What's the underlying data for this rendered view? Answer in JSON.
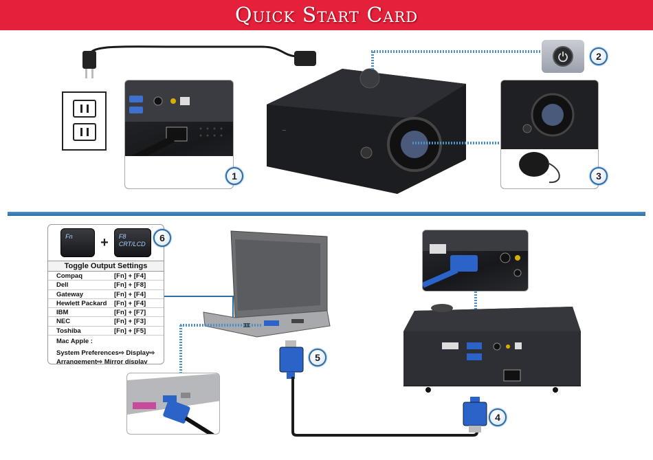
{
  "header": {
    "title": "Quick Start Card"
  },
  "steps": {
    "s1": "1",
    "s2": "2",
    "s3": "3",
    "s4": "4",
    "s5": "5",
    "s6": "6"
  },
  "keys": {
    "fn": "Fn",
    "f8_top": "F8",
    "f8_bottom": "CRT/LCD",
    "plus": "+"
  },
  "toggle_table": {
    "title": "Toggle Output Settings",
    "rows": [
      {
        "brand": "Compaq",
        "keys": "[Fn] + [F4]"
      },
      {
        "brand": "Dell",
        "keys": "[Fn] + [F8]"
      },
      {
        "brand": "Gateway",
        "keys": "[Fn] + [F4]"
      },
      {
        "brand": "Hewlett Packard",
        "keys": "[Fn] + [F4]"
      },
      {
        "brand": "IBM",
        "keys": "[Fn] + [F7]"
      },
      {
        "brand": "NEC",
        "keys": "[Fn] + [F3]"
      },
      {
        "brand": "Toshiba",
        "keys": "[Fn] + [F5]"
      }
    ],
    "mac_title": "Mac Apple :",
    "mac_line1": "System Preferences⇨ Display⇨",
    "mac_line2": "Arrangement⇨ Mirror display"
  },
  "colors": {
    "header": "#e4203a",
    "accent": "#2f6da6",
    "vga_blue": "#2b63c9"
  }
}
